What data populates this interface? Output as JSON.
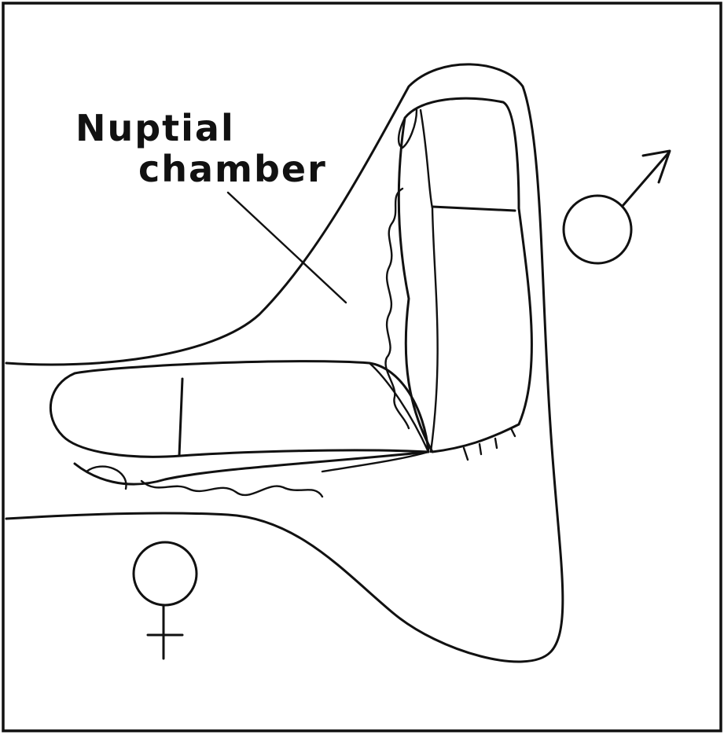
{
  "diagram": {
    "callout_label": {
      "line1": "Nuptial",
      "line2": "chamber"
    },
    "symbols": {
      "male": "male-symbol",
      "female": "female-symbol"
    },
    "colors": {
      "ink": "#111111",
      "background": "#ffffff"
    }
  }
}
